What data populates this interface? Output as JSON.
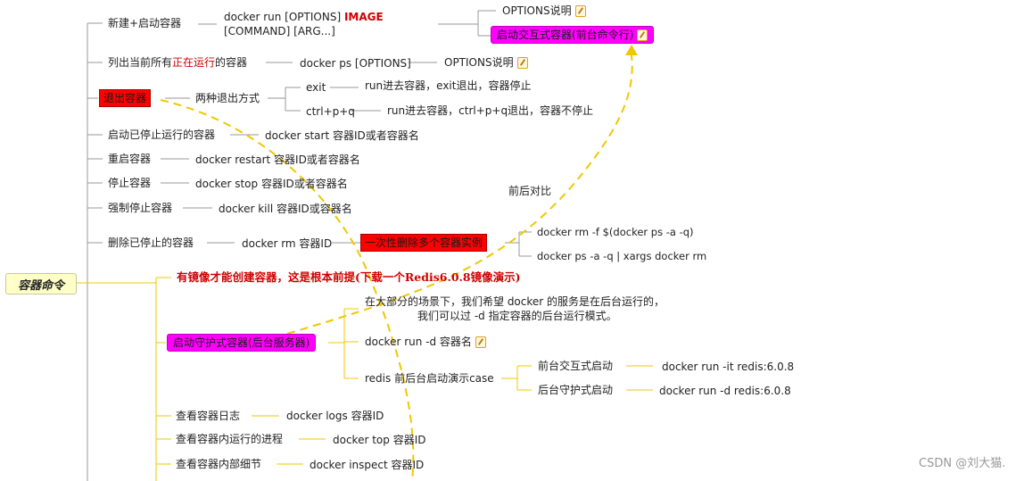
{
  "root": "容器命令",
  "n1": {
    "label": "新建+启动容器",
    "cmd_a": "docker run [OPTIONS] ",
    "cmd_b": "IMAGE",
    "cmd_c": " [COMMAND] [ARG...]",
    "sub_options": "OPTIONS说明",
    "sub_interactive": "启动交互式容器(前台命令行)"
  },
  "n2": {
    "label_a": "列出当前所有",
    "label_b": "正在运行",
    "label_c": "的容器",
    "cmd": "docker ps [OPTIONS]",
    "sub": "OPTIONS说明"
  },
  "n3": {
    "label": "退出容器",
    "ways": "两种退出方式",
    "exit": "exit",
    "exit_desc": "run进去容器，exit退出，容器停止",
    "ctrl": "ctrl+p+q",
    "ctrl_desc": "run进去容器，ctrl+p+q退出，容器不停止"
  },
  "n4": {
    "label": "启动已停止运行的容器",
    "cmd": "docker start 容器ID或者容器名"
  },
  "n5": {
    "label": "重启容器",
    "cmd": "docker restart 容器ID或者容器名"
  },
  "n6": {
    "label": "停止容器",
    "cmd": "docker stop 容器ID或者容器名"
  },
  "n7": {
    "label": "强制停止容器",
    "cmd": "docker kill 容器ID或容器名"
  },
  "n8": {
    "label": "删除已停止的容器",
    "cmd": "docker rm 容器ID",
    "sub": "一次性删除多个容器实例",
    "rm1": "docker rm -f $(docker ps -a -q)",
    "rm2": "docker ps -a -q | xargs docker rm"
  },
  "compare": "前后对比",
  "premise": "有镜像才能创建容器，这是根本前提(下载一个Redis6.0.8镜像演示)",
  "daemon": {
    "label": "启动守护式容器(后台服务器)",
    "desc_1": "在大部分的场景下，我们希望 docker 的服务是在后台运行的，",
    "desc_2": "我们可以过 -d 指定容器的后台运行模式。",
    "cmd": "docker run -d 容器名",
    "demo": "redis 前后台启动演示case",
    "fg": "前台交互式启动",
    "fg_cmd": "docker run -it redis:6.0.8",
    "bg": "后台守护式启动",
    "bg_cmd": "docker run -d redis:6.0.8"
  },
  "logs": {
    "label": "查看容器日志",
    "cmd": "docker logs 容器ID"
  },
  "top": {
    "label": "查看容器内运行的进程",
    "cmd": "docker top 容器ID"
  },
  "inspect": {
    "label": "查看容器内部细节",
    "cmd": "docker inspect 容器ID"
  },
  "watermark": "CSDN @刘大猫.",
  "colors": {
    "red_box": "#ff0000",
    "magenta_box": "#ff00ff",
    "root_fill": "#ffffc8",
    "dash": "#f0c800",
    "branch": "#999999"
  }
}
